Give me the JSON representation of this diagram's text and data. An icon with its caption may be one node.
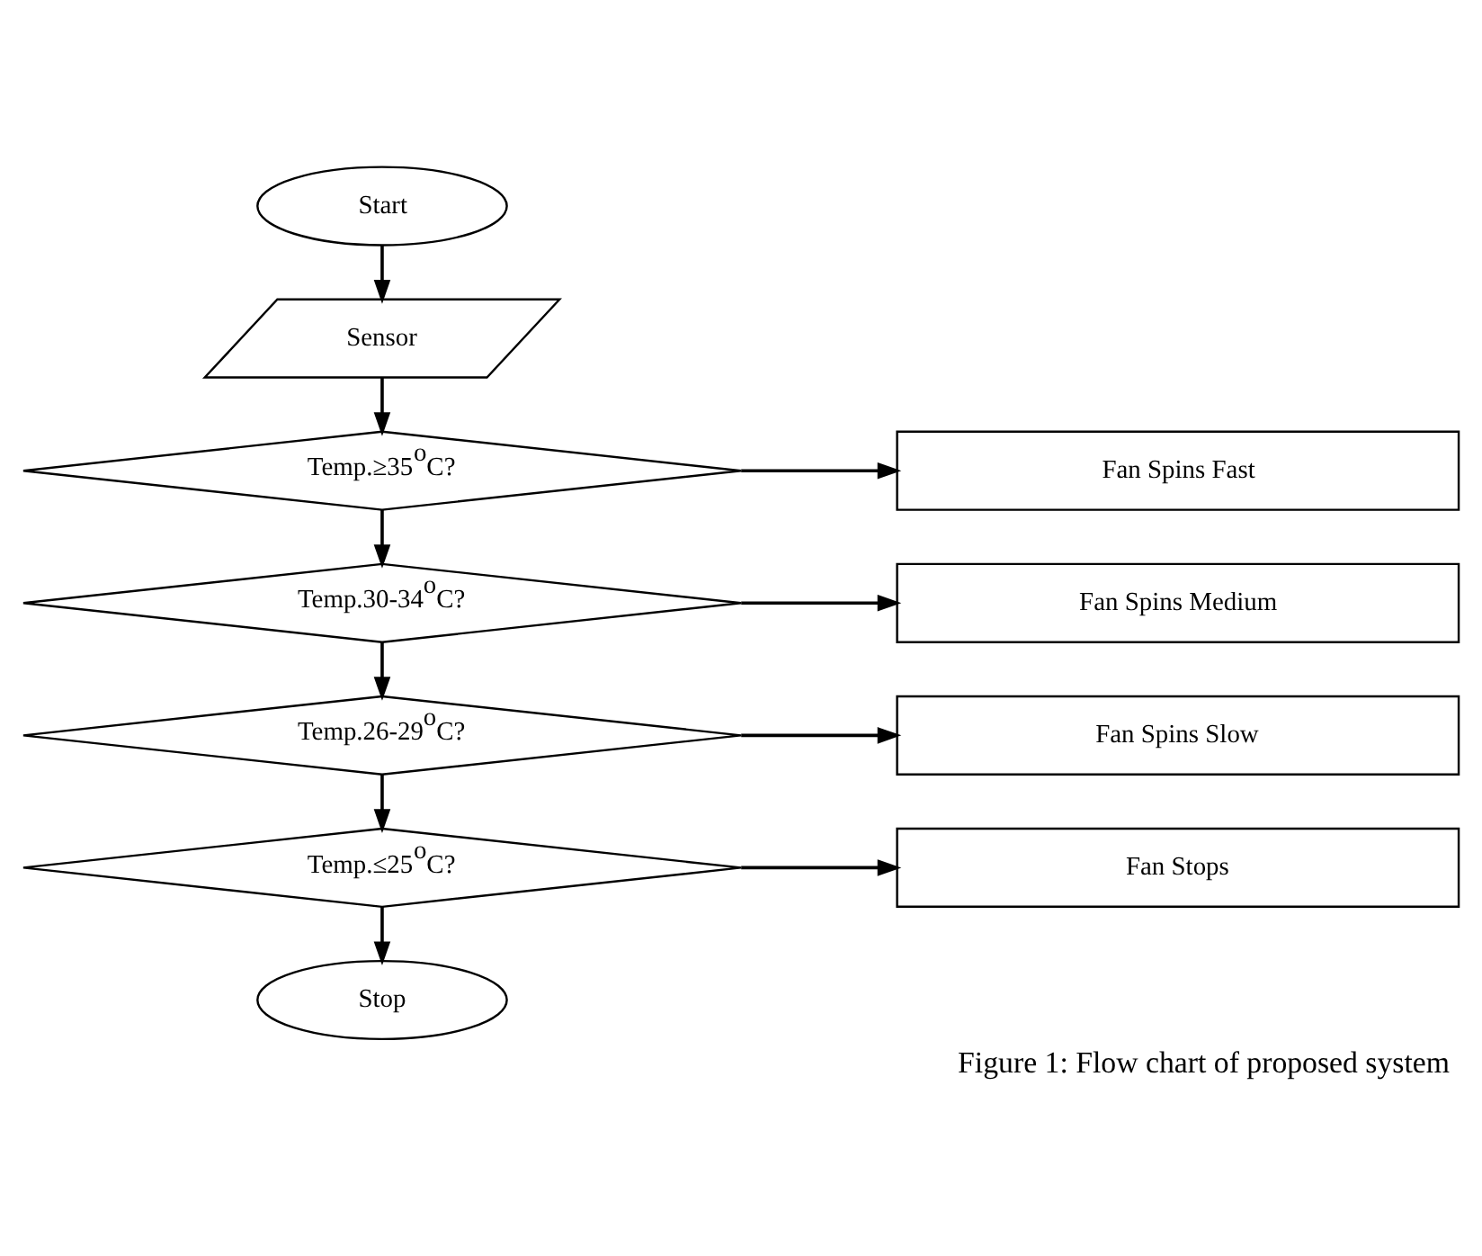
{
  "diagram": {
    "caption": "Figure 1: Flow chart of proposed system",
    "nodes": [
      {
        "text": [
          "Start"
        ]
      },
      {
        "text": [
          "Sensor"
        ]
      },
      {
        "text": [
          "Temp.≥35$^{o}$C?"
        ]
      },
      {
        "text": [
          "Fan Spins Fast"
        ]
      },
      {
        "text": [
          "Temp.30-34$^{o}$C?"
        ]
      },
      {
        "text": [
          "Fan Spins Medium"
        ]
      },
      {
        "text": [
          "Temp.26-29$^{o}$C?"
        ]
      },
      {
        "text": [
          "Fan Spins Slow"
        ]
      },
      {
        "text": [
          "Temp.≤25$^{o}$C?"
        ]
      },
      {
        "text": [
          "Fan Stops"
        ]
      },
      {
        "text": [
          "Stop"
        ]
      }
    ],
    "edges": [
      {
        "from": 0,
        "to": 1,
        "arrow": "to"
      },
      {
        "from": 1,
        "to": 2,
        "arrow": "to"
      },
      {
        "from": 2,
        "to": 3,
        "arrow": "to"
      },
      {
        "from": 2,
        "to": 4,
        "arrow": "to"
      },
      {
        "from": 4,
        "to": 5,
        "arrow": "to"
      },
      {
        "from": 4,
        "to": 6,
        "arrow": "to"
      },
      {
        "from": 6,
        "to": 7,
        "arrow": "to"
      },
      {
        "from": 6,
        "to": 8,
        "arrow": "to"
      },
      {
        "from": 8,
        "to": 9,
        "arrow": "to"
      },
      {
        "from": 8,
        "to": 10,
        "arrow": "to"
      }
    ]
  }
}
